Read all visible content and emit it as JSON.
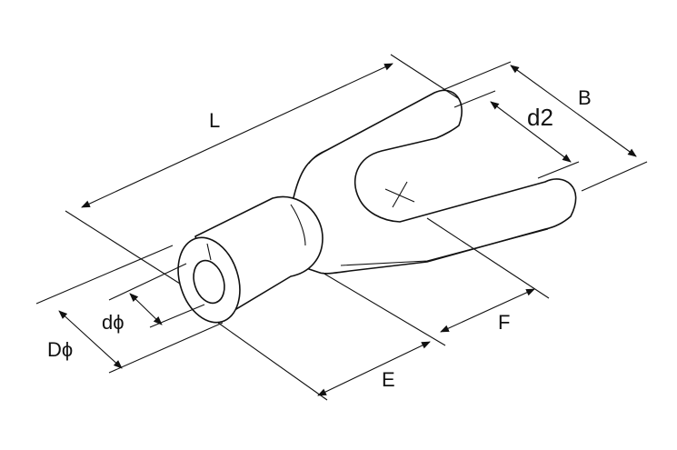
{
  "labels": {
    "L": "L",
    "B": "B",
    "d2": "d2",
    "d_phi": "dϕ",
    "D_phi": "Dϕ",
    "E": "E",
    "F": "F"
  },
  "colors": {
    "line": "#111111",
    "background": "#ffffff"
  }
}
